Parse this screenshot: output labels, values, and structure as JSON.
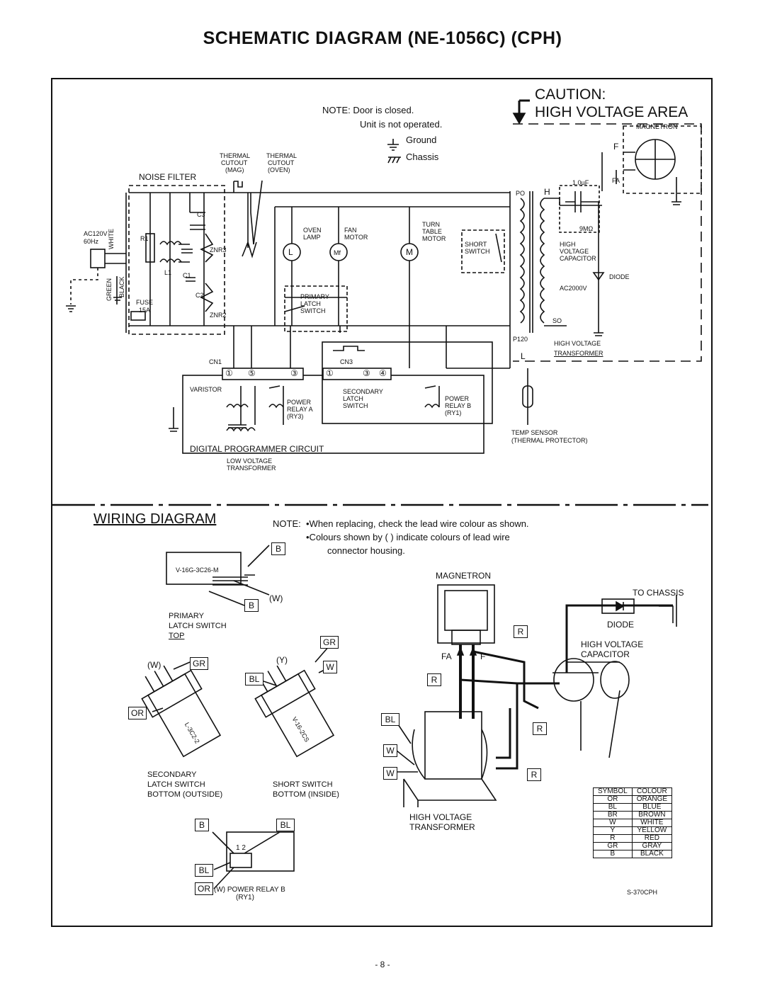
{
  "title": "SCHEMATIC DIAGRAM (NE-1056C) (CPH)",
  "schematic": {
    "note_lines": [
      "NOTE: Door is closed.",
      "Unit is not operated."
    ],
    "ground_label": "Ground",
    "chassis_label": "Chassis",
    "caution_lines": [
      "CAUTION:",
      "HIGH VOLTAGE AREA"
    ],
    "thermal_cutout_mag": [
      "THERMAL",
      "CUTOUT",
      "(MAG)"
    ],
    "thermal_cutout_oven": [
      "THERMAL",
      "CUTOUT",
      "(OVEN)"
    ],
    "noise_filter": "NOISE FILTER",
    "ac_source": [
      "AC120V",
      "60Hz"
    ],
    "wire_white": "WHITE",
    "wire_black": "BLACK",
    "wire_green": "GREEN",
    "fuse": [
      "FUSE",
      "15A"
    ],
    "r1": "R1",
    "l1": "L1",
    "c1": "C1",
    "c2": "C2",
    "c3": "C3",
    "znr2": "ZNR2",
    "znr3": "ZNR3",
    "oven_lamp": [
      "OVEN",
      "LAMP"
    ],
    "fan_motor": [
      "FAN",
      "MOTOR"
    ],
    "turn_table_motor": [
      "TURN",
      "TABLE",
      "MOTOR"
    ],
    "lamp_symbol": "L",
    "fan_symbol": "Mf",
    "turn_symbol": "M",
    "short_switch": [
      "SHORT",
      "SWITCH"
    ],
    "primary_latch_switch": [
      "PRIMARY",
      "LATCH",
      "SWITCH"
    ],
    "po": "PO",
    "p120": "P120",
    "so": "SO",
    "h": "H",
    "l": "L",
    "capacitance": "1.0µF",
    "resistance": "9MΩ",
    "hv_capacitor": [
      "HIGH",
      "VOLTAGE",
      "CAPACITOR"
    ],
    "diode": "DIODE",
    "ac2000v": "AC2000V",
    "hv_transformer": [
      "HIGH VOLTAGE",
      "TRANSFORMER"
    ],
    "magnetron": "MAGNETRON",
    "f": "F",
    "fa": "FA",
    "cn1": "CN1",
    "cn3": "CN3",
    "cn1_pins": [
      "①",
      "⑤",
      "③"
    ],
    "cn3_pins": [
      "①",
      "③",
      "④"
    ],
    "varistor": "VARISTOR",
    "power_relay_a": [
      "POWER",
      "RELAY A",
      "(RY3)"
    ],
    "secondary_latch_switch": [
      "SECONDARY",
      "LATCH",
      "SWITCH"
    ],
    "power_relay_b": [
      "POWER",
      "RELAY B",
      "(RY1)"
    ],
    "temp_sensor": [
      "TEMP SENSOR",
      "(THERMAL PROTECTOR)"
    ],
    "digital_programmer": "DIGITAL PROGRAMMER CIRCUIT",
    "low_voltage_transformer": [
      "LOW VOLTAGE",
      "TRANSFORMER"
    ]
  },
  "wiring": {
    "title": "WIRING DIAGRAM",
    "note_label": "NOTE:",
    "note_lines": [
      "•When replacing, check the lead wire colour as shown.",
      "•Colours shown by (    ) indicate colours of lead wire",
      "connector housing."
    ],
    "primary_switch_code": "V-16G-3C26-M",
    "primary_switch_caption": [
      "PRIMARY",
      "LATCH SWITCH",
      "TOP"
    ],
    "secondary_switch_code": "L-3C2-2",
    "secondary_switch_caption": [
      "SECONDARY",
      "LATCH SWITCH",
      "BOTTOM (OUTSIDE)"
    ],
    "short_switch_code": "V-16-2CS",
    "short_switch_caption": [
      "SHORT SWITCH",
      "BOTTOM (INSIDE)"
    ],
    "relay_pins": "1  2",
    "relay_caption": [
      "(W)  POWER RELAY B",
      "(RY1)"
    ],
    "w_paren": "(W)",
    "y_paren": "(Y)",
    "magnetron": "MAGNETRON",
    "to_chassis": "TO CHASSIS",
    "diode": "DIODE",
    "hv_capacitor": [
      "HIGH VOLTAGE",
      "CAPACITOR"
    ],
    "hv_transformer": [
      "HIGH VOLTAGE",
      "TRANSFORMER"
    ],
    "fa": "FA",
    "f": "F",
    "tags": {
      "B": "B",
      "W": "W",
      "GR": "GR",
      "BL": "BL",
      "OR": "OR",
      "R": "R"
    },
    "legend": {
      "headers": [
        "SYMBOL",
        "COLOUR"
      ],
      "rows": [
        [
          "OR",
          "ORANGE"
        ],
        [
          "BL",
          "BLUE"
        ],
        [
          "BR",
          "BROWN"
        ],
        [
          "W",
          "WHITE"
        ],
        [
          "Y",
          "YELLOW"
        ],
        [
          "R",
          "RED"
        ],
        [
          "GR",
          "GRAY"
        ],
        [
          "B",
          "BLACK"
        ]
      ]
    },
    "code": "S-370CPH"
  },
  "page_number": "- 8 -"
}
